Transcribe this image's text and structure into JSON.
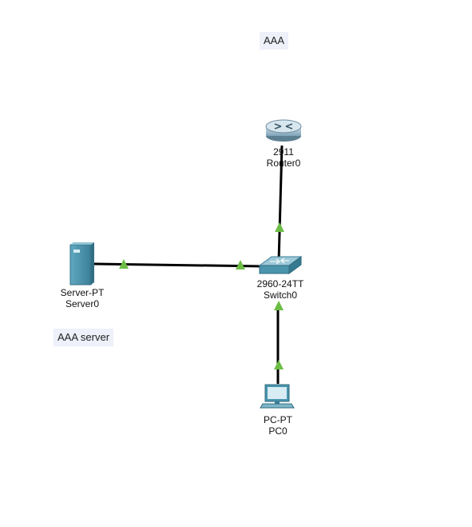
{
  "colors": {
    "link": "#000000",
    "port_up": "#6cbd45",
    "note_bg": "#eef0fa",
    "device_blue": "#4a95ad"
  },
  "notes": {
    "top": "AAA",
    "server": "AAA server"
  },
  "devices": {
    "router": {
      "icon": "router-icon",
      "model": "2911",
      "name": "Router0"
    },
    "switch": {
      "icon": "switch-icon",
      "model": "2960-24TT",
      "name": "Switch0"
    },
    "server": {
      "icon": "server-icon",
      "model": "Server-PT",
      "name": "Server0"
    },
    "pc": {
      "icon": "pc-icon",
      "model": "PC-PT",
      "name": "PC0"
    }
  },
  "links": [
    {
      "from": "router",
      "to": "switch",
      "status": "up"
    },
    {
      "from": "server",
      "to": "switch",
      "status": "up"
    },
    {
      "from": "pc",
      "to": "switch",
      "status": "up"
    }
  ]
}
